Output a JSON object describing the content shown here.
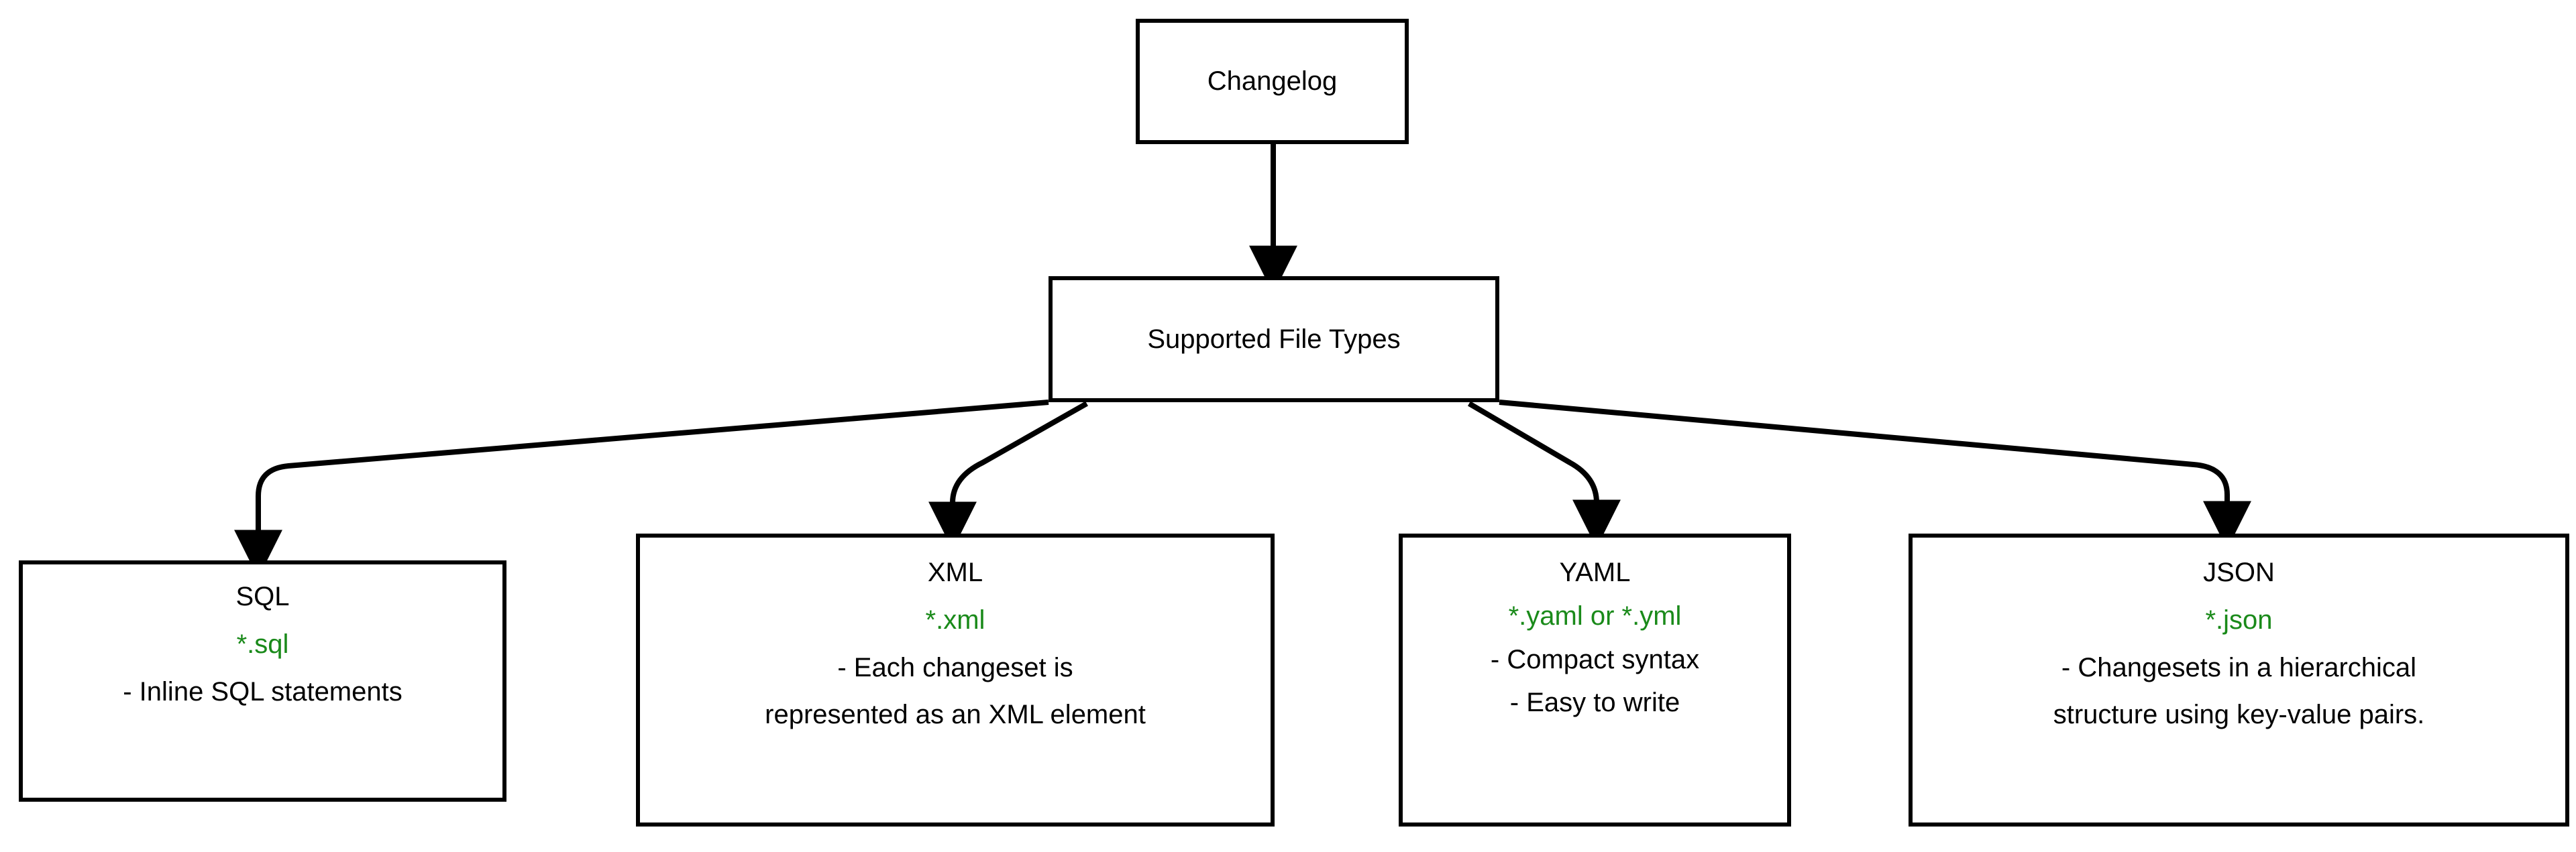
{
  "diagram": {
    "title": "Changelog Supported File Types",
    "background_color": "#ffffff",
    "node_border_color": "#000000",
    "text_color": "#000000",
    "accent_green": "#1a8a1a",
    "edge_color": "#000000"
  },
  "nodes": {
    "changelog": {
      "label": "Changelog"
    },
    "supported": {
      "label": "Supported File Types"
    },
    "sql": {
      "title": "SQL",
      "extension": "*.sql",
      "desc_line_1": "- Inline SQL statements"
    },
    "xml": {
      "title": "XML",
      "extension": "*.xml",
      "desc_line_1": "- Each changeset is",
      "desc_line_2": "represented as an XML element"
    },
    "yaml": {
      "title": "YAML",
      "extension": "*.yaml or *.yml",
      "desc_line_1": "- Compact syntax",
      "desc_line_2": "- Easy to write"
    },
    "json": {
      "title": "JSON",
      "extension": "*.json",
      "desc_line_1": "- Changesets in a hierarchical",
      "desc_line_2": "structure using key-value pairs."
    }
  },
  "edges": [
    {
      "from": "changelog",
      "to": "supported",
      "style": "straight-down"
    },
    {
      "from": "supported",
      "to": "sql",
      "style": "curved-left"
    },
    {
      "from": "supported",
      "to": "xml",
      "style": "curved-left"
    },
    {
      "from": "supported",
      "to": "yaml",
      "style": "curved-right"
    },
    {
      "from": "supported",
      "to": "json",
      "style": "curved-right"
    }
  ]
}
